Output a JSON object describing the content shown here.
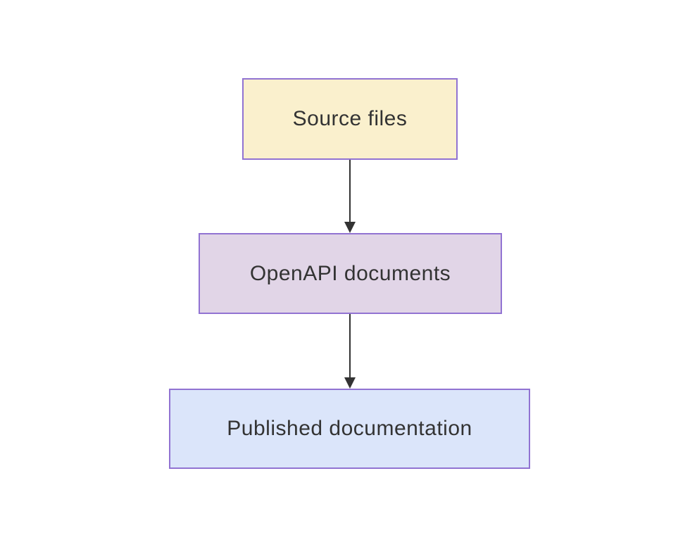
{
  "diagram": {
    "type": "flowchart-top-down",
    "background_color": "#ffffff",
    "text_color": "#333333",
    "border_color": "#9173d2",
    "arrow_color": "#333333",
    "nodes": [
      {
        "id": "source-files",
        "label": "Source files",
        "fill": "#faf0cd"
      },
      {
        "id": "openapi-documents",
        "label": "OpenAPI documents",
        "fill": "#e1d5e7"
      },
      {
        "id": "published-documentation",
        "label": "Published documentation",
        "fill": "#dbe5fa"
      }
    ],
    "edges": [
      {
        "from": "source-files",
        "to": "openapi-documents"
      },
      {
        "from": "openapi-documents",
        "to": "published-documentation"
      }
    ]
  }
}
